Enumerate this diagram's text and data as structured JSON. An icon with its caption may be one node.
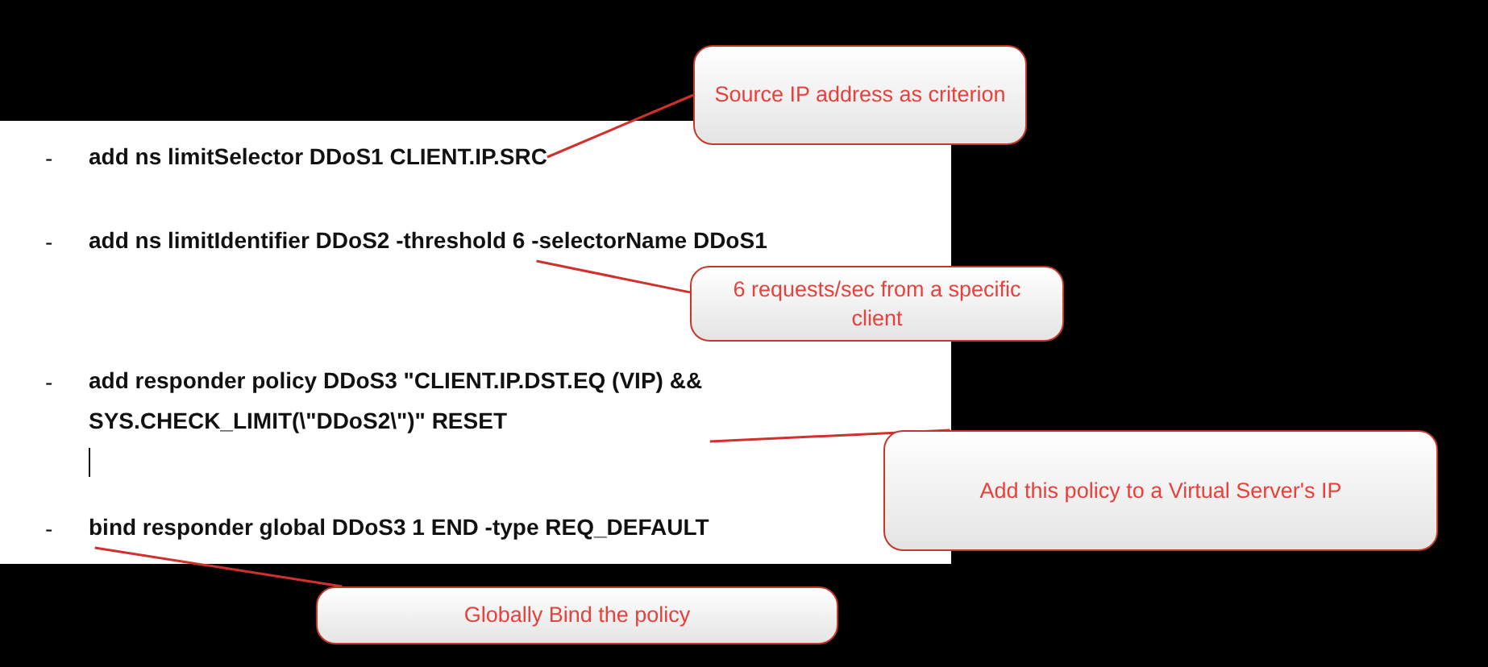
{
  "diagram": {
    "nodes": [
      {
        "text": [
          "Source IP address as criterion"
        ]
      },
      {
        "text": [
          "add ns limitSelector DDoS1 CLIENT.IP.SRC"
        ]
      },
      {
        "text": [
          "add ns limitIdentifier DDoS2 -threshold 6 -selectorName DDoS1"
        ]
      },
      {
        "text": [
          "6 requests/sec from a specific client"
        ]
      },
      {
        "text": [
          "add responder policy DDoS3 \"CLIENT.IP.DST.EQ (VIP) && SYS.CHECK_LIMIT(\\\"DDoS2\\\")\" RESET"
        ]
      },
      {
        "text": [
          "Add this policy to a Virtual Server's IP"
        ]
      },
      {
        "text": [
          "bind responder global DDoS3 1 END -type REQ_DEFAULT"
        ]
      },
      {
        "text": [
          "Globally Bind the policy"
        ]
      }
    ],
    "edges": [
      {
        "from": 0,
        "to": 1,
        "arrow": "none"
      },
      {
        "from": 3,
        "to": 2,
        "arrow": "none"
      },
      {
        "from": 5,
        "to": 4,
        "arrow": "none"
      },
      {
        "from": 7,
        "to": 6,
        "arrow": "none"
      }
    ],
    "labels": [
      "-",
      "-",
      "-",
      "-"
    ]
  }
}
